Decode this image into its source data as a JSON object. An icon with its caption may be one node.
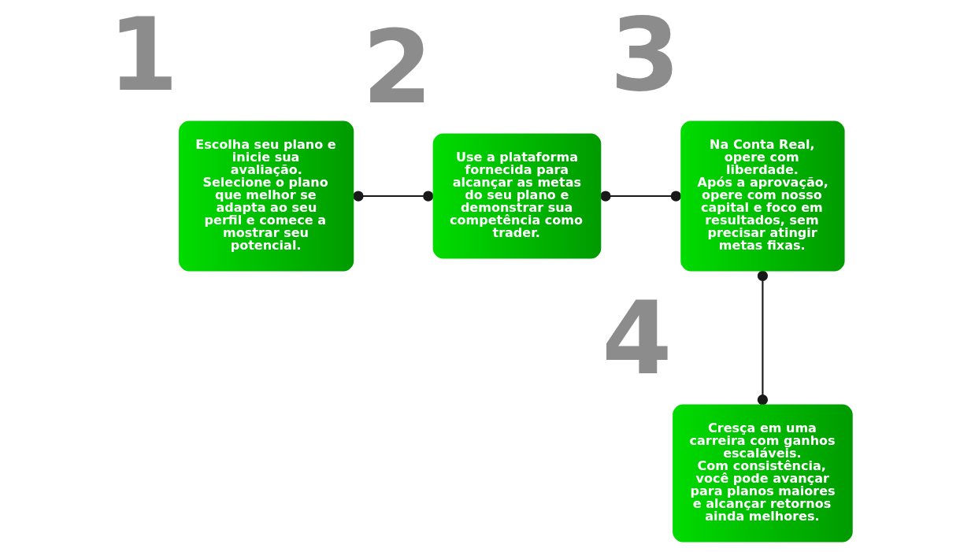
{
  "diagram": {
    "nodes": [
      {
        "text": [
          "Escolha seu plano e inicie sua avaliação.",
          "Selecione o plano que melhor se adapta ao seu perfil e comece a mostrar seu potencial."
        ],
        "beside": [
          "1"
        ]
      },
      {
        "text": [
          "Use a plataforma fornecida para alcançar as metas do seu plano e demonstrar sua competência como trader."
        ],
        "beside": [
          "2"
        ]
      },
      {
        "text": [
          "Na Conta Real, opere com liberdade.",
          "Após a aprovação, opere com nosso capital e foco em resultados, sem precisar atingir metas fixas."
        ],
        "beside": [
          "3"
        ]
      },
      {
        "text": [
          "Cresça em uma carreira com ganhos escaláveis.",
          "Com consistência, você pode avançar para planos maiores e alcançar retornos ainda melhores."
        ],
        "beside": [
          "4"
        ]
      }
    ],
    "edges": [
      {
        "from": 0,
        "to": 1,
        "arrow": "other"
      },
      {
        "from": 1,
        "to": 2,
        "arrow": "other"
      },
      {
        "from": 2,
        "to": 3,
        "arrow": "other"
      }
    ]
  }
}
